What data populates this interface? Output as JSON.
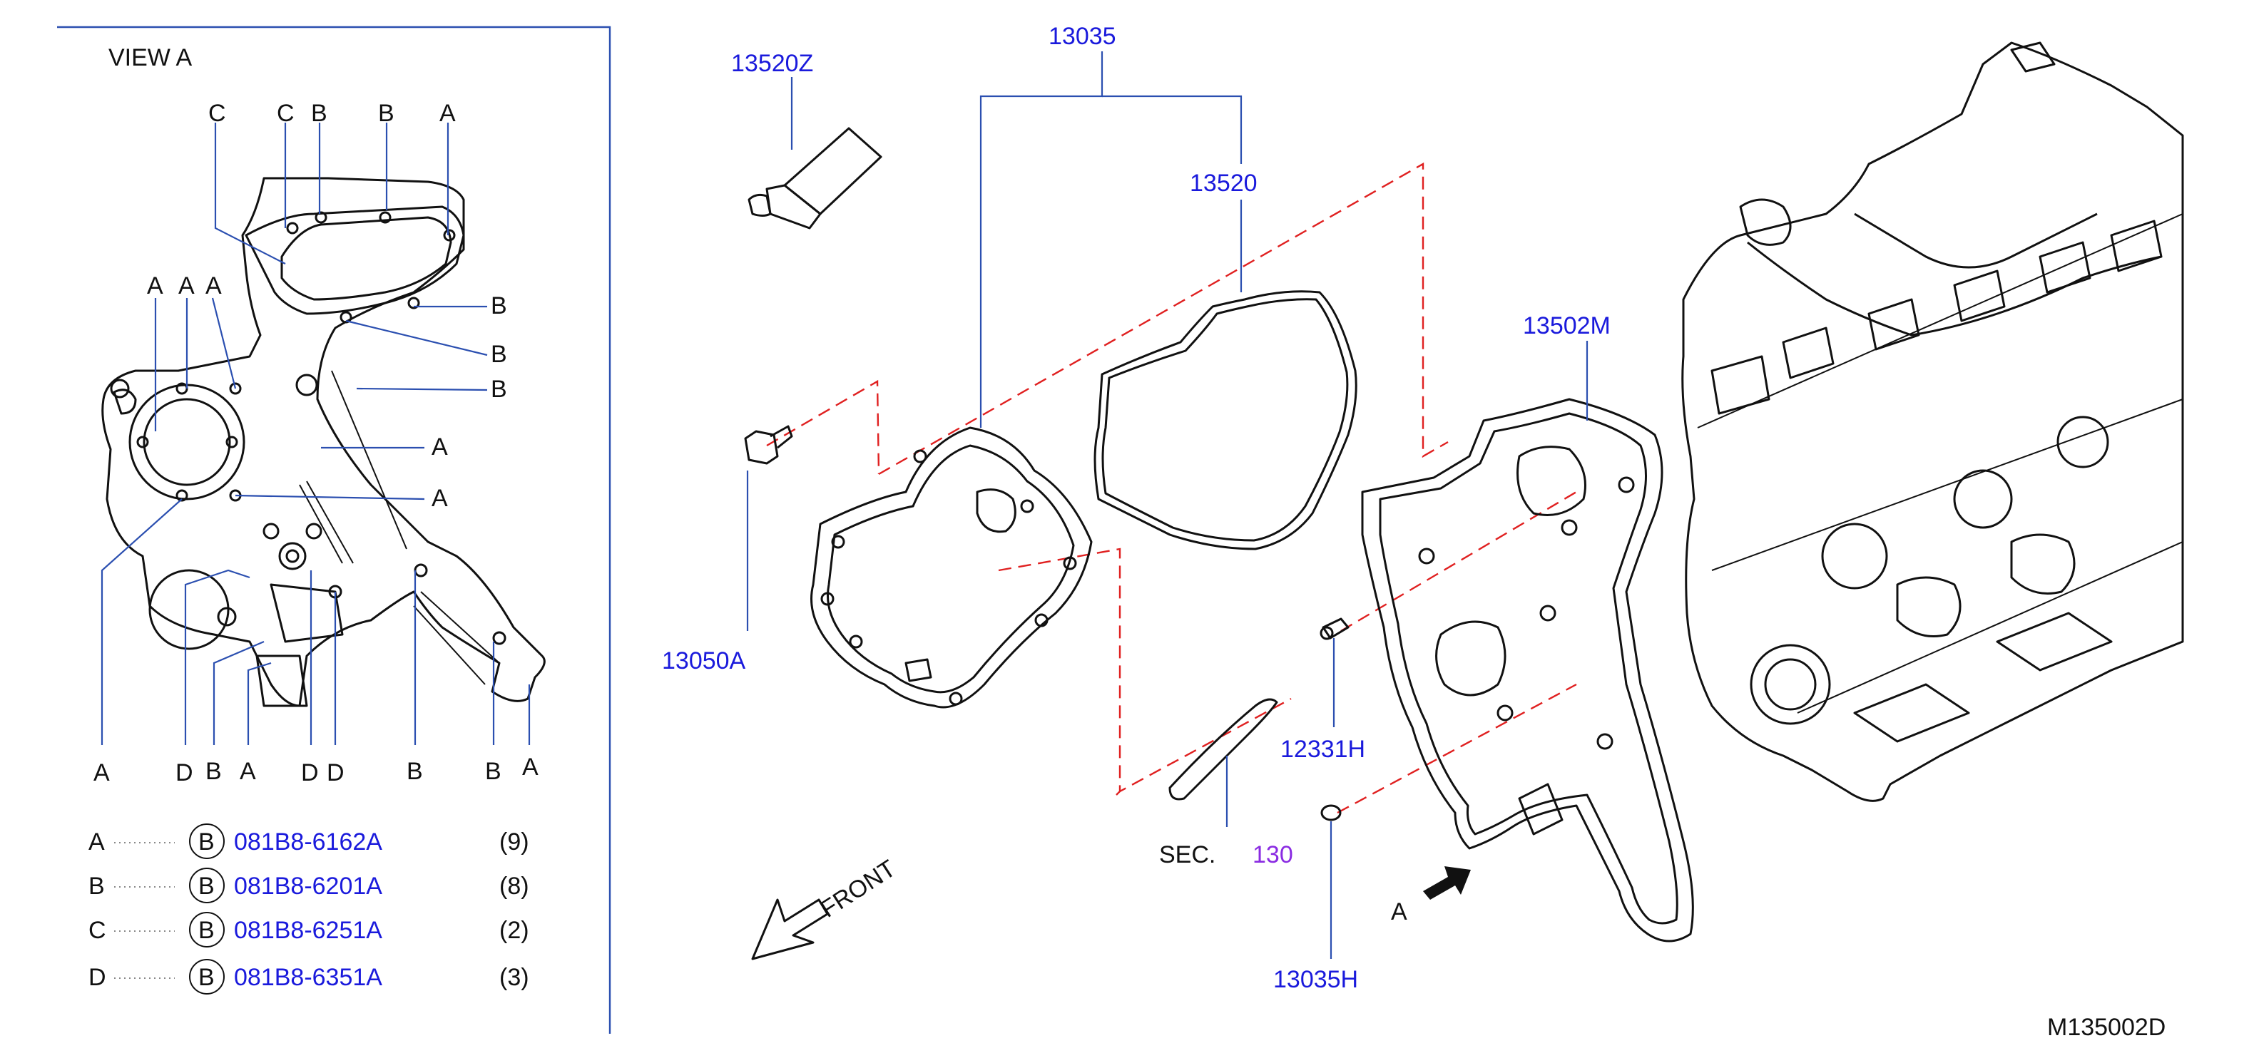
{
  "view_panel": {
    "title": "VIEW   A",
    "top_letters": [
      "C",
      "C",
      "B",
      "B",
      "A"
    ],
    "left_letters": [
      "A",
      "A",
      "A"
    ],
    "right_letters": [
      "B",
      "B",
      "B",
      "A",
      "A"
    ],
    "bottom_letters": [
      "A",
      "D",
      "B",
      "A",
      "D",
      "D",
      "B",
      "B",
      "A"
    ],
    "legend": [
      {
        "key": "A",
        "circle": "B",
        "part": "081B8-6162A",
        "qty": "(9)"
      },
      {
        "key": "B",
        "circle": "B",
        "part": "081B8-6201A",
        "qty": "(8)"
      },
      {
        "key": "C",
        "circle": "B",
        "part": "081B8-6251A",
        "qty": "(2)"
      },
      {
        "key": "D",
        "circle": "B",
        "part": "081B8-6351A",
        "qty": "(3)"
      }
    ]
  },
  "callouts": {
    "p13035": "13035",
    "p13520z": "13520Z",
    "p13520": "13520",
    "p13502m": "13502M",
    "p13050a": "13050A",
    "p12331h": "12331H",
    "p13035h": "13035H",
    "sec_label": "SEC.",
    "sec_number": "130"
  },
  "arrows": {
    "front_label": "FRONT",
    "view_a_label": "A"
  },
  "diagram_id": "M135002D",
  "colors": {
    "part_number": "#1a1adc",
    "section_ref": "#8a2be2",
    "leader": "#2b4fb0",
    "phantom": "#e02020",
    "line_art": "#111111"
  }
}
